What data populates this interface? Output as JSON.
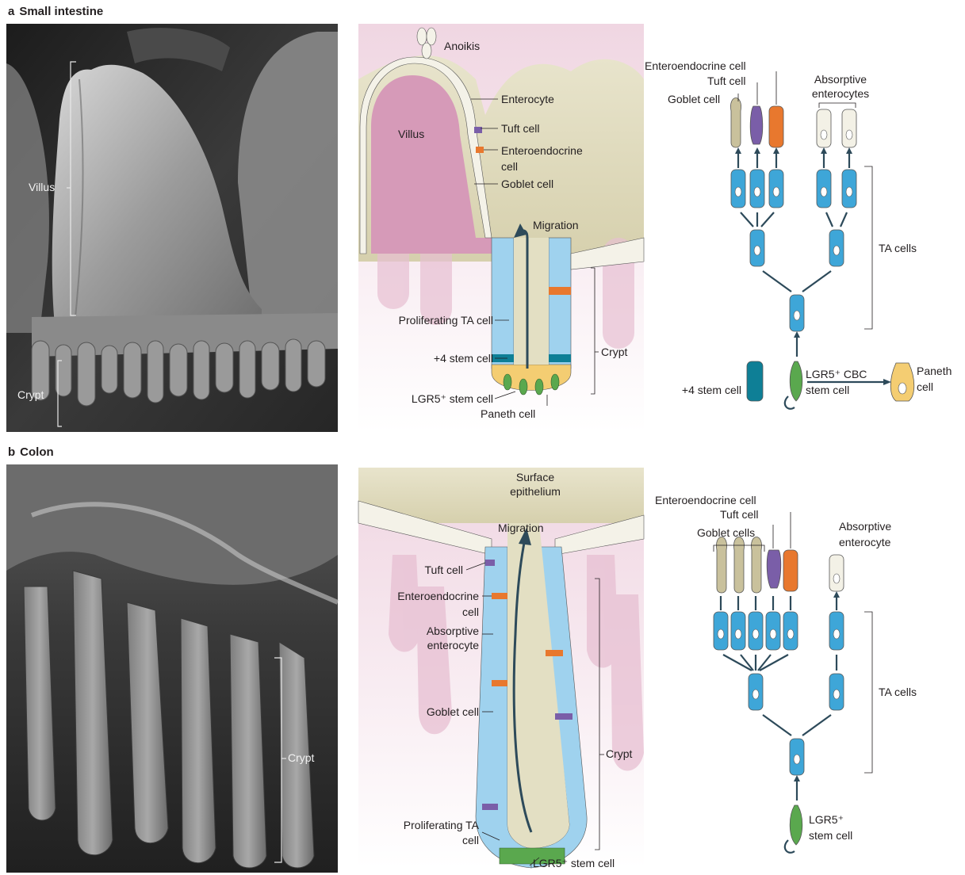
{
  "panel_a": {
    "letter": "a",
    "title": "Small intestine",
    "micrograph": {
      "villus_label": "Villus",
      "crypt_label": "Crypt"
    },
    "schematic": {
      "anoikis": "Anoikis",
      "enterocyte": "Enterocyte",
      "villus": "Villus",
      "tuft_cell": "Tuft cell",
      "enteroendocrine_l1": "Enteroendocrine",
      "enteroendocrine_l2": "cell",
      "goblet_cell": "Goblet cell",
      "migration": "Migration",
      "proliferating_ta": "Proliferating TA cell",
      "stem4": "+4 stem cell",
      "crypt": "Crypt",
      "lgr5_stem": "LGR5⁺ stem cell",
      "paneth_cell": "Paneth cell"
    },
    "lineage": {
      "enteroendocrine_cell": "Enteroendocrine cell",
      "tuft_cell": "Tuft cell",
      "goblet_cell": "Goblet cell",
      "absorptive_l1": "Absorptive",
      "absorptive_l2": "enterocytes",
      "ta_cells": "TA cells",
      "stem4": "+4 stem cell",
      "lgr5_l1": "LGR5⁺ CBC",
      "lgr5_l2": "stem cell",
      "paneth_l1": "Paneth",
      "paneth_l2": "cell"
    }
  },
  "panel_b": {
    "letter": "b",
    "title": "Colon",
    "micrograph": {
      "crypt_label": "Crypt"
    },
    "schematic": {
      "surface_l1": "Surface",
      "surface_l2": "epithelium",
      "migration": "Migration",
      "tuft_cell": "Tuft cell",
      "enteroendocrine_l1": "Enteroendocrine",
      "enteroendocrine_l2": "cell",
      "absorptive_l1": "Absorptive",
      "absorptive_l2": "enterocyte",
      "goblet_cell": "Goblet cell",
      "crypt": "Crypt",
      "proliferating_l1": "Proliferating TA",
      "proliferating_l2": "cell",
      "lgr5_stem": "LGR5⁺ stem cell"
    },
    "lineage": {
      "enteroendocrine_cell": "Enteroendocrine cell",
      "tuft_cell": "Tuft cell",
      "goblet_cells": "Goblet cells",
      "absorptive_l1": "Absorptive",
      "absorptive_l2": "enterocyte",
      "ta_cells": "TA cells",
      "lgr5_l1": "LGR5⁺",
      "lgr5_l2": "stem cell"
    }
  },
  "colors": {
    "ta_cell": "#3ea6d8",
    "stem4": "#0e7f96",
    "lgr5": "#5aa84e",
    "paneth": "#f4cd72",
    "goblet": "#c9c19c",
    "tuft": "#7a5ea8",
    "enteroendocrine": "#e8782e",
    "enterocyte": "#f3f1e6",
    "villus_pink": "#d69ab8",
    "lumen": "#e3dfc3",
    "arrow": "#2d4a5a"
  }
}
